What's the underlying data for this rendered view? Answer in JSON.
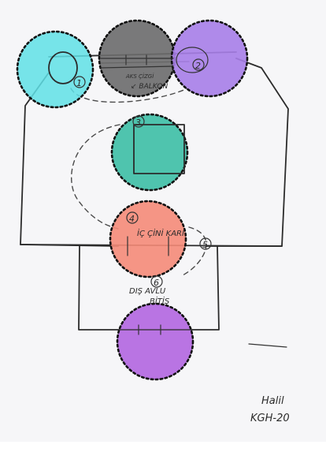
{
  "sketch": {
    "labels": {
      "n1": "1",
      "n2": "2",
      "n3": "3",
      "n4": "4",
      "n5": "5",
      "n6": "6",
      "aks_cizgi": "AKS ÇİZGİ",
      "balkon": "↙ BALKON",
      "ic_cinikari": "İÇ ÇİNİ KARI",
      "dis_avlu_line1": "DIŞ AVLU",
      "dis_avlu_line2": "BİTİŞ"
    },
    "signature": {
      "name": "Halil",
      "code": "KGH-20"
    }
  },
  "colors": {
    "cyan": "#5fe0e6",
    "gray": "#6b6b6b",
    "purple": "#a77ee8",
    "teal": "#3dbfa5",
    "salmon": "#f58b78",
    "violet": "#b266e0"
  }
}
